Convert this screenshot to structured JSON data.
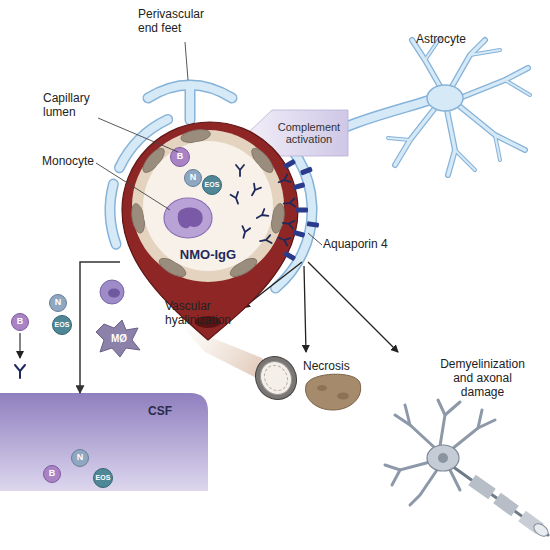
{
  "diagram": {
    "nodes": [
      {
        "text": [
          "Complement activation"
        ]
      },
      {
        "text": [
          "NMO-IgG"
        ]
      },
      {
        "text": [
          "B"
        ],
        "in": 1
      },
      {
        "text": [
          "N"
        ],
        "in": 1
      },
      {
        "text": [
          "EOS"
        ],
        "in": 1
      },
      {
        "text": [
          "N"
        ]
      },
      {
        "text": [
          "B"
        ]
      },
      {
        "text": [
          "EOS"
        ]
      },
      {
        "text": [
          "MØ"
        ]
      },
      {
        "text": [
          "CSF"
        ]
      },
      {
        "text": [
          "N"
        ],
        "in": 9
      },
      {
        "text": [
          "B"
        ],
        "in": 9
      },
      {
        "text": [
          "EOS"
        ],
        "in": 9
      }
    ],
    "edges": [
      {
        "from": 1,
        "to": 9,
        "arrow": "to"
      }
    ],
    "labels": [
      "Perivascular end feet",
      "Astrocyte",
      "Capillary lumen",
      "Monocyte",
      "Aquaporin 4",
      "Vascular hyalinization",
      "Necrosis",
      "Demyelinization and axonal damage"
    ]
  }
}
